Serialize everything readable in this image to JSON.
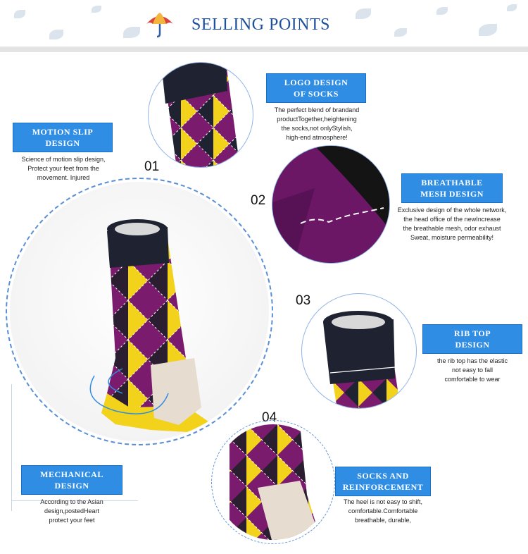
{
  "banner": {
    "title": "SELLING POINTS",
    "icon": "umbrella-icon"
  },
  "features": {
    "logo": {
      "number": "01",
      "title_line1": "LOGO DESIGN",
      "title_line2": "OF SOCKS",
      "desc_line1": "The perfect blend of brandand",
      "desc_line2": "productTogether,heightening",
      "desc_line3": "the socks,not onlyStylish,",
      "desc_line4": "high-end atmosphere!"
    },
    "breathable": {
      "number": "02",
      "title_line1": "BREATHABLE",
      "title_line2": "MESH DESIGN",
      "desc_line1": "Exclusive design of the whole network,",
      "desc_line2": "the head office of the newIncrease",
      "desc_line3": "the breathable mesh, odor exhaust",
      "desc_line4": "Sweat, moisture permeability!"
    },
    "rib": {
      "number": "03",
      "title_line1": "RIB TOP",
      "title_line2": "DESIGN",
      "desc_line1": "the rib top has the elastic",
      "desc_line2": "not easy to fall",
      "desc_line3": "comfortable to wear"
    },
    "reinforcement": {
      "number": "04",
      "title_line1": "SOCKS AND",
      "title_line2": "REINFORCEMENT",
      "desc_line1": "The heel is not easy to shift,",
      "desc_line2": "comfortable.Comfortable",
      "desc_line3": "breathable, durable,"
    },
    "motion": {
      "title_line1": "MOTION SLIP",
      "title_line2": "DESIGN",
      "desc_line1": "Science of motion slip design,",
      "desc_line2": "Protect your feet from the",
      "desc_line3": "movement. Injured"
    },
    "mechanical": {
      "title_line1": "MECHANICAL",
      "title_line2": "DESIGN",
      "desc_line1": "According to the Asian",
      "desc_line2": "design,postedHeart",
      "desc_line3": "protect your feet"
    }
  },
  "colors": {
    "accent_blue": "#2f8de4",
    "title_blue": "#1c4f9c",
    "sock_purple": "#7a1b6e",
    "sock_yellow": "#f2d21a",
    "sock_navy": "#1f2230",
    "sock_beige": "#e6ddd0"
  }
}
